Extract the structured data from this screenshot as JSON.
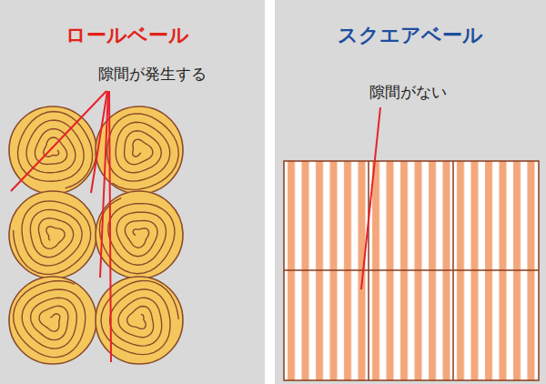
{
  "diagram": {
    "nodes": [
      {
        "text": [
          "ロールベール",
          "隙間が発生する"
        ]
      },
      {
        "text": [
          "スクエアベール",
          "隙間がない"
        ]
      }
    ]
  }
}
